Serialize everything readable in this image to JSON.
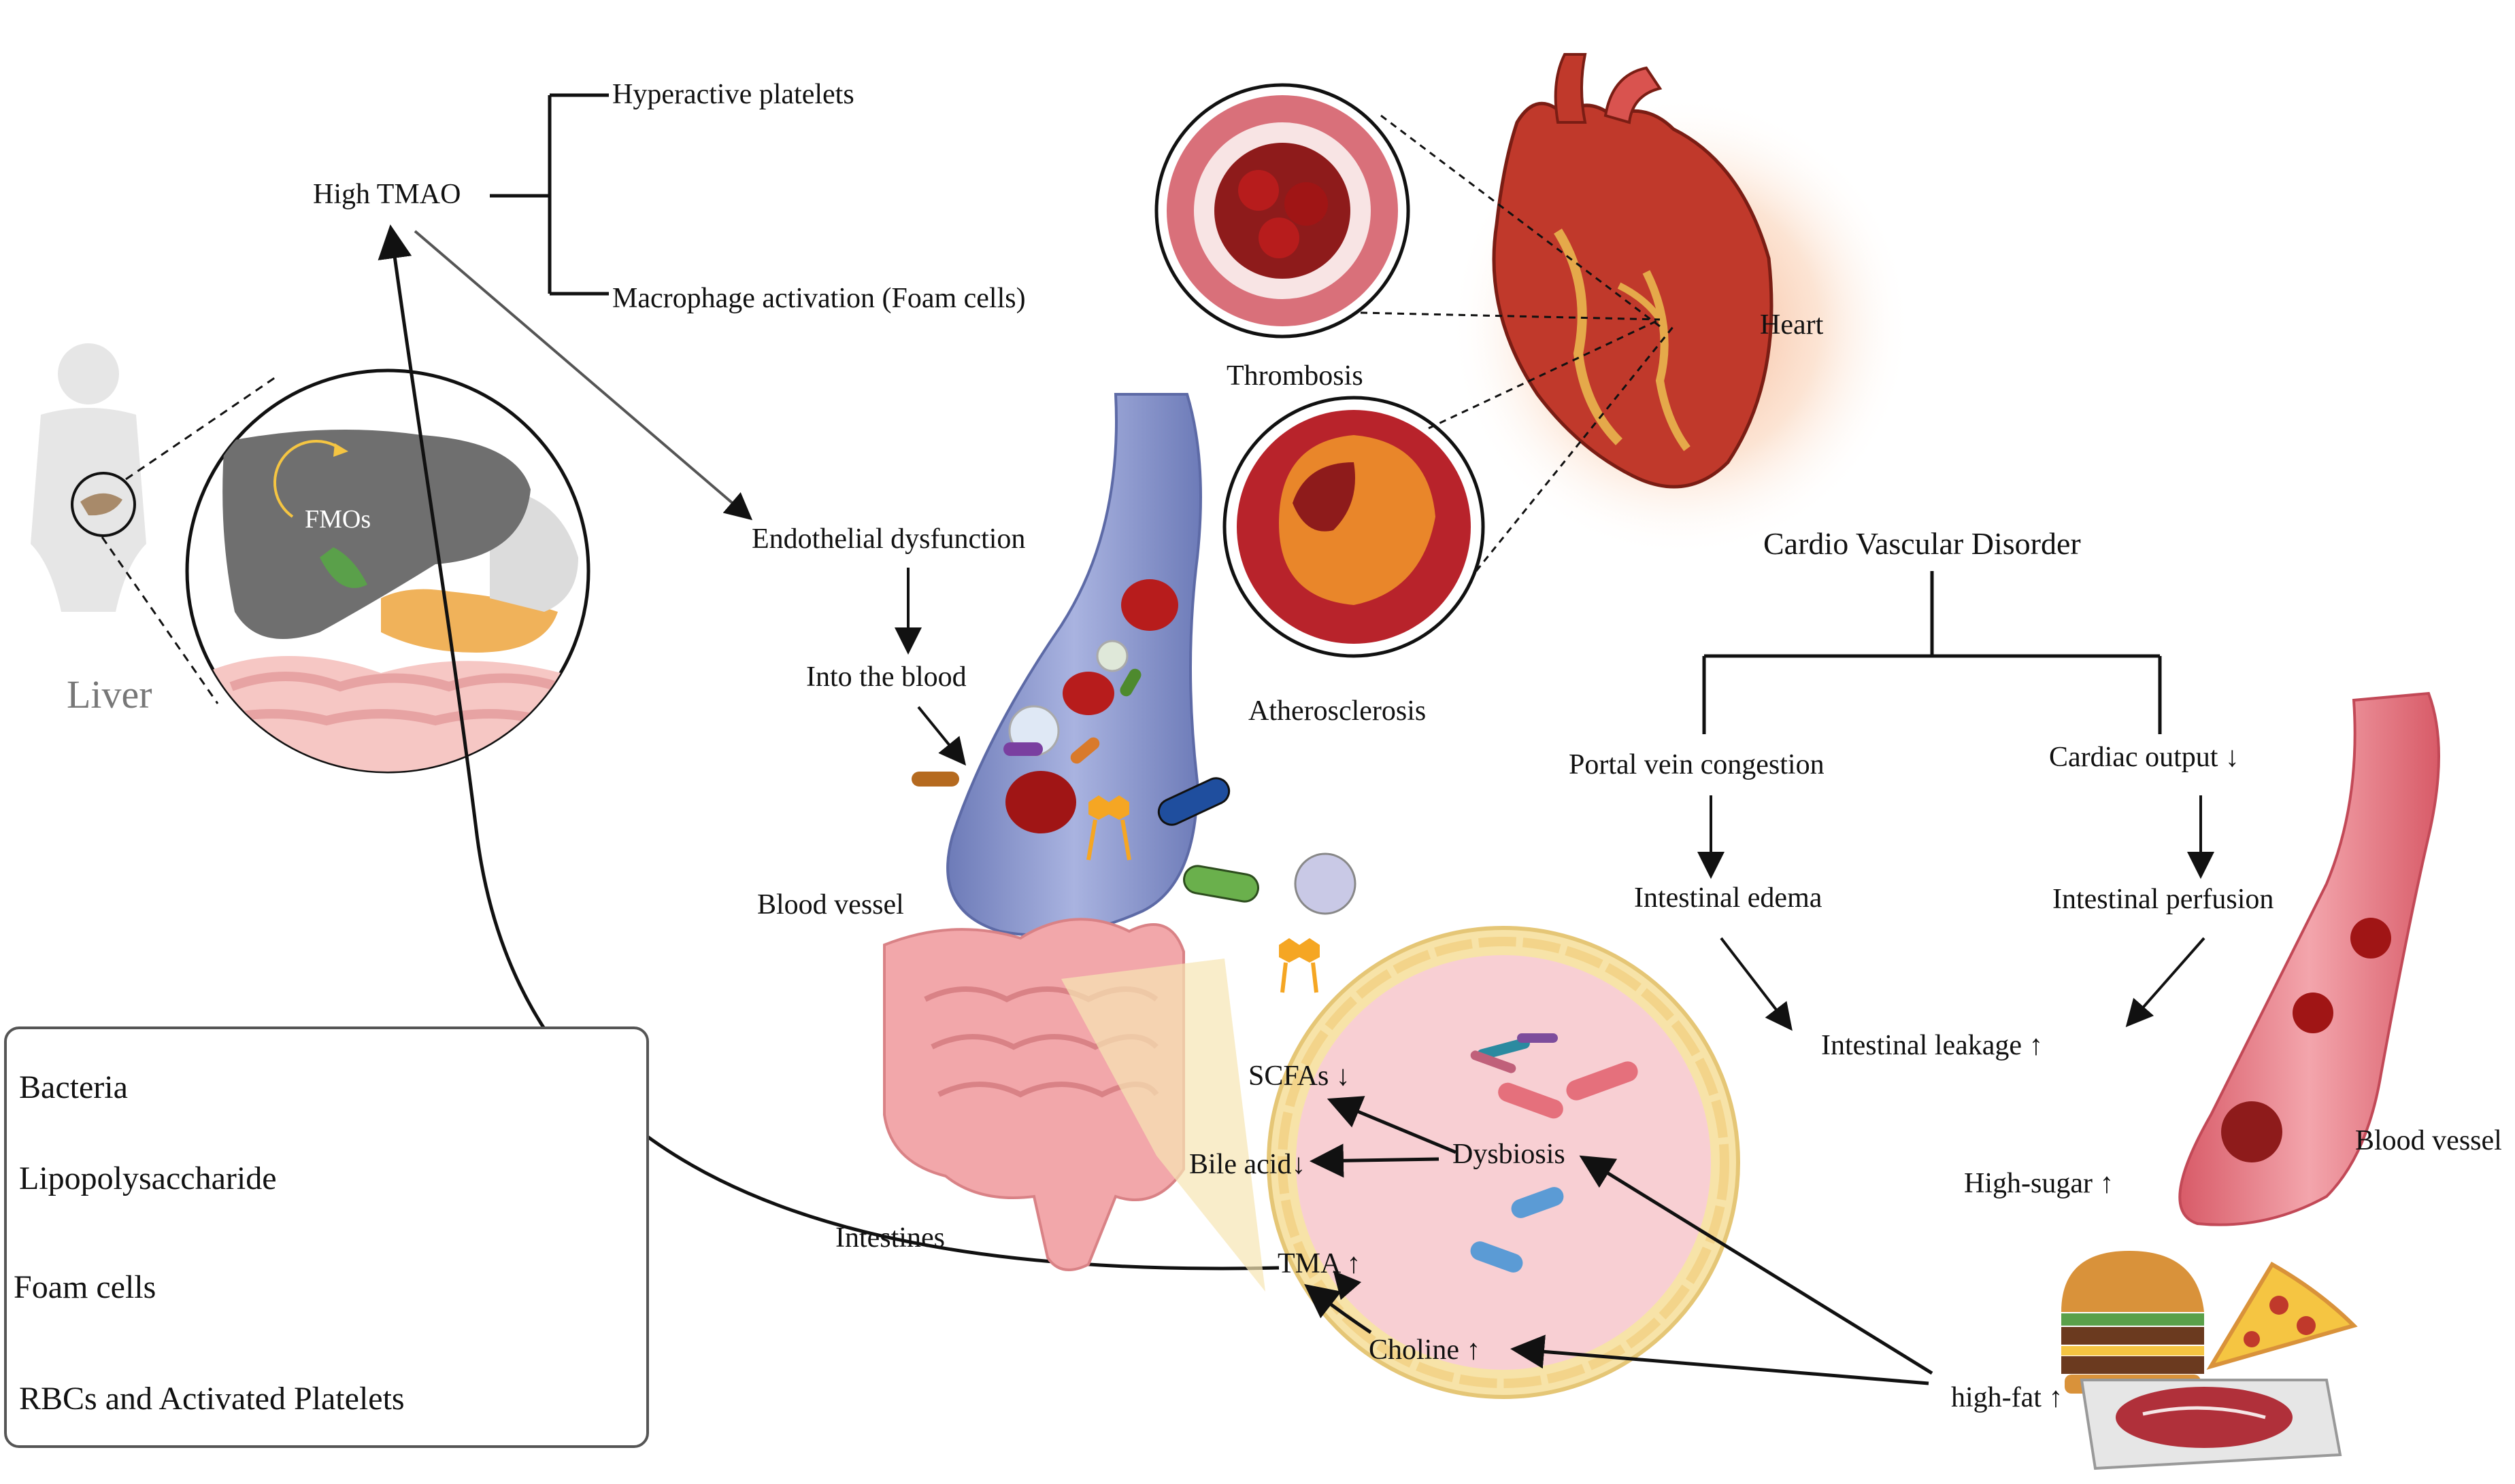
{
  "labels": {
    "high_tmao": "High TMAO",
    "hyperactive_platelets": "Hyperactive platelets",
    "macrophage_activation": "Macrophage activation (Foam cells)",
    "endothelial_dysfunction": "Endothelial dysfunction",
    "into_the_blood": "Into the blood",
    "blood_vessel_left": "Blood vessel",
    "intestines": "Intestines",
    "liver": "Liver",
    "fmos": "FMOs",
    "thrombosis": "Thrombosis",
    "atherosclerosis": "Atherosclerosis",
    "heart": "Heart",
    "cvd": "Cardio Vascular Disorder",
    "portal_vein": "Portal vein congestion",
    "cardiac_output": "Cardiac output ↓",
    "intestinal_edema": "Intestinal edema",
    "intestinal_perfusion": "Intestinal perfusion",
    "intestinal_leakage": "Intestinal leakage ↑",
    "blood_vessel_right": "Blood vessel",
    "high_sugar": "High-sugar ↑",
    "high_fat": "high-fat ↑",
    "scfas": "SCFAs ↓",
    "bile_acid": "Bile acid↓",
    "dysbiosis": "Dysbiosis",
    "tma": "TMA ↑",
    "choline": "Choline ↑"
  },
  "legend": {
    "items": [
      {
        "label": "Bacteria",
        "icon": "bacteria-icon"
      },
      {
        "label": "Lipopolysaccharide",
        "icon": "lipopolysaccharide-icon"
      },
      {
        "label": "Foam cells",
        "icon": "foam-cell-icon"
      },
      {
        "label": "RBCs and Activated Platelets",
        "icon": "rbc-platelet-icon"
      }
    ]
  },
  "colors": {
    "vessel_blue": "#8794c8",
    "vessel_red": "#e0707a",
    "heart_red": "#c0392b",
    "plaque_orange": "#e9862a",
    "intestine_pink": "#f2a7aa",
    "liver_gray": "#6f6f6f",
    "gut_cell_cream": "#f7e3a8",
    "gut_lumen_pink": "#f8cfd3"
  }
}
